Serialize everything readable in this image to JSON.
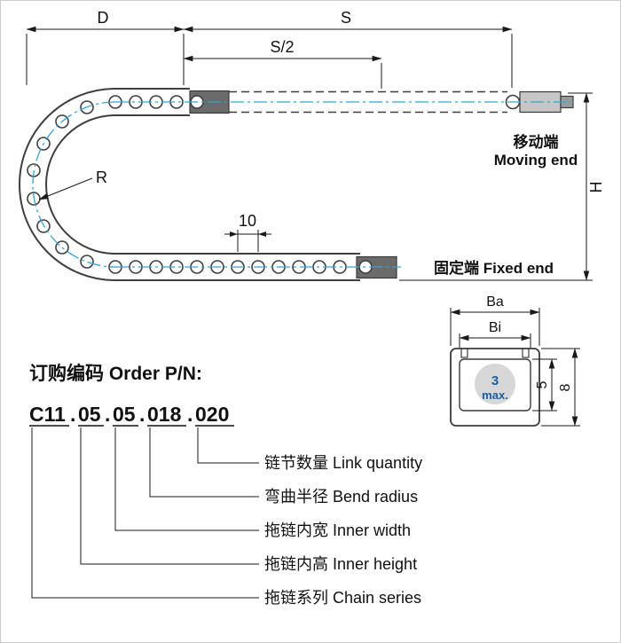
{
  "diagram": {
    "dimensions": {
      "d_label": "D",
      "s_label": "S",
      "s_half_label": "S/2",
      "h_label": "H",
      "r_label": "R",
      "pitch_label": "10"
    },
    "labels": {
      "moving_end_cn": "移动端",
      "moving_end_en": "Moving end",
      "fixed_end": "固定端 Fixed end"
    }
  },
  "cross_section": {
    "ba_label": "Ba",
    "bi_label": "Bi",
    "inner_height_label": "5",
    "outer_height_label": "8",
    "cable_max_value": "3",
    "cable_max_unit": "max."
  },
  "order": {
    "title": "订购编码 Order P/N:",
    "separator": ".",
    "part_number_segments": [
      "C11",
      "05",
      "05",
      "018",
      "020"
    ],
    "legend": [
      {
        "label": "链节数量 Link quantity"
      },
      {
        "label": "弯曲半径 Bend radius"
      },
      {
        "label": "拖链内宽 Inner width"
      },
      {
        "label": "拖链内高 Inner height"
      },
      {
        "label": "拖链系列 Chain series"
      }
    ]
  },
  "colors": {
    "centerline": "#35A3D8",
    "accent_blue": "#1B5E9B",
    "connector_dark": "#6B6B6B",
    "connector_light": "#C6C6C6",
    "cable_circle": "#D7D7D7",
    "line": "#1A1A1A"
  }
}
